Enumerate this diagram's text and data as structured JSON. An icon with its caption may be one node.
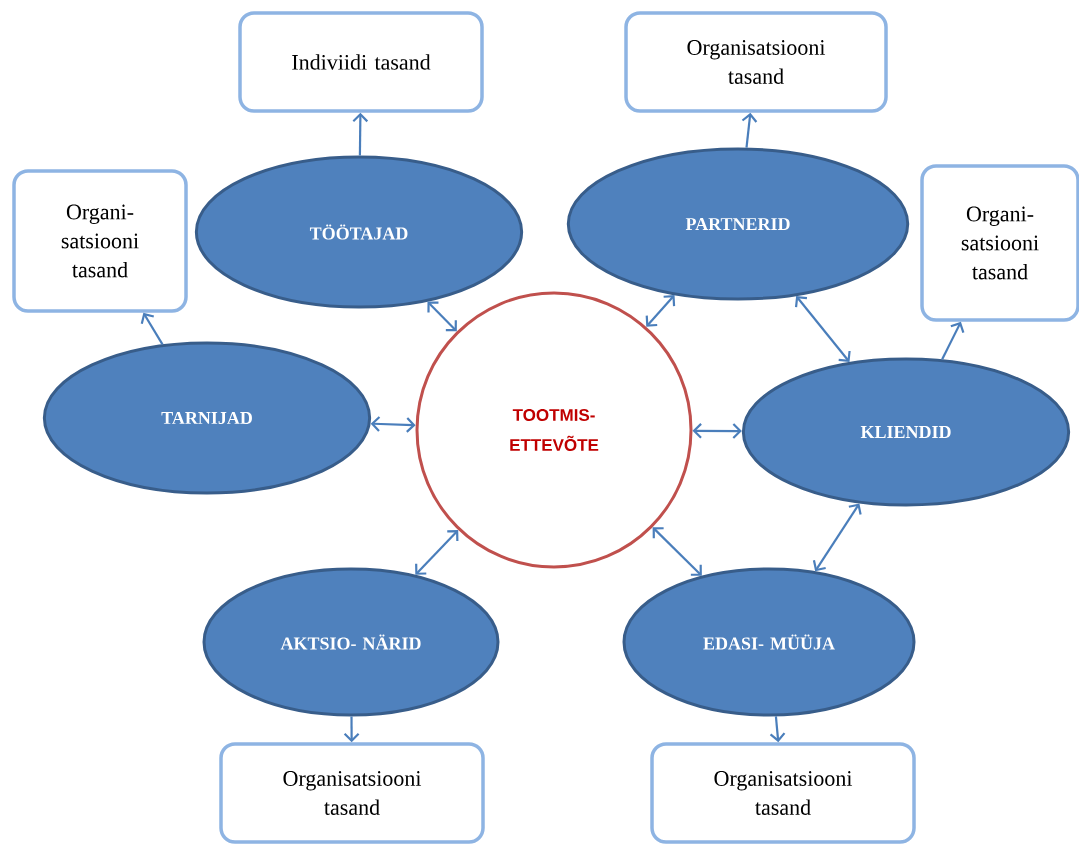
{
  "diagram": {
    "nodes": [
      {
        "text": [
          "Indiviidi tasand"
        ]
      },
      {
        "text": [
          "Organisatsiooni tasand"
        ]
      },
      {
        "text": [
          "Organi- satsiooni tasand"
        ]
      },
      {
        "text": [
          "TÖÖTAJAD"
        ]
      },
      {
        "text": [
          "PARTNERID"
        ]
      },
      {
        "text": [
          "Organi- satsiooni tasand"
        ]
      },
      {
        "text": [
          "TOOTMIS- ETTEVÕTE"
        ]
      },
      {
        "text": [
          "TARNIJAD"
        ]
      },
      {
        "text": [
          "KLIENDID"
        ]
      },
      {
        "text": [
          "AKTSIO- NÄRID"
        ]
      },
      {
        "text": [
          "EDASI- MÜÜJA"
        ]
      },
      {
        "text": [
          "Organisatsiooni tasand"
        ]
      },
      {
        "text": [
          "Organisatsiooni tasand"
        ]
      }
    ],
    "edges": [
      {
        "from": 3,
        "to": 0,
        "arrow": "to"
      },
      {
        "from": 4,
        "to": 1,
        "arrow": "to"
      },
      {
        "from": 7,
        "to": 2,
        "arrow": "to"
      },
      {
        "from": 8,
        "to": 5,
        "arrow": "to"
      },
      {
        "from": 3,
        "to": 6,
        "arrow": "both"
      },
      {
        "from": 4,
        "to": 6,
        "arrow": "both"
      },
      {
        "from": 4,
        "to": 8,
        "arrow": "both"
      },
      {
        "from": 7,
        "to": 6,
        "arrow": "both"
      },
      {
        "from": 6,
        "to": 8,
        "arrow": "both"
      },
      {
        "from": 9,
        "to": 6,
        "arrow": "both"
      },
      {
        "from": 6,
        "to": 10,
        "arrow": "both"
      },
      {
        "from": 8,
        "to": 10,
        "arrow": "both"
      },
      {
        "from": 9,
        "to": 11,
        "arrow": "to"
      },
      {
        "from": 10,
        "to": 12,
        "arrow": "to"
      }
    ]
  }
}
